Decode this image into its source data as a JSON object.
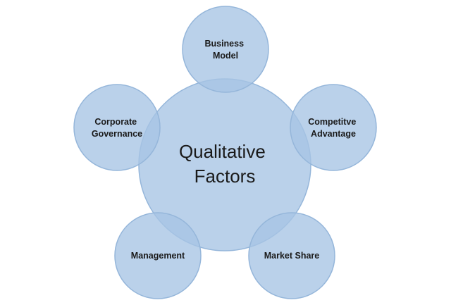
{
  "diagram": {
    "center": {
      "lines": [
        "Qualitative",
        "Factors"
      ]
    },
    "satellites": [
      {
        "id": "business-model",
        "lines": [
          "Business",
          "Model"
        ]
      },
      {
        "id": "competitive-advantage",
        "lines": [
          "Competitve",
          "Advantage"
        ]
      },
      {
        "id": "market-share",
        "lines": [
          "Market Share"
        ]
      },
      {
        "id": "management",
        "lines": [
          "Management"
        ]
      },
      {
        "id": "corporate-governance",
        "lines": [
          "Corporate",
          "Governance"
        ]
      }
    ],
    "colors": {
      "fill": "#a6c4e4",
      "stroke": "#95b6da",
      "text": "#1a1a1a"
    }
  }
}
